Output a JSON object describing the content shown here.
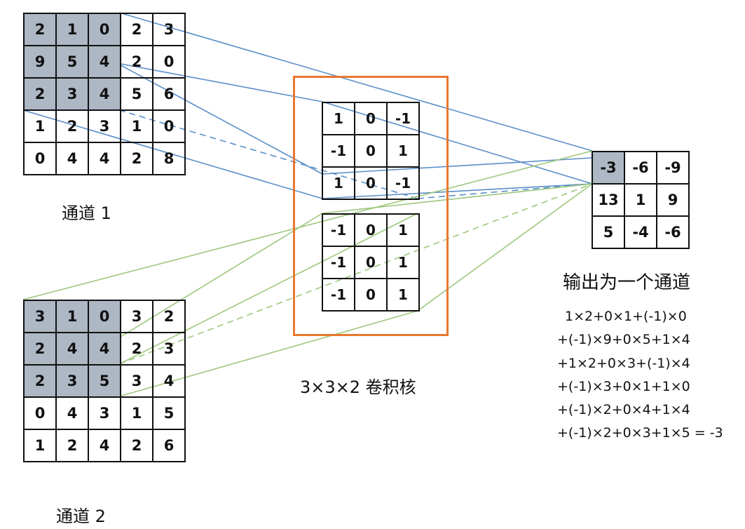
{
  "channel1": {
    "label": "通道 1",
    "rows": [
      [
        "2",
        "1",
        "0",
        "2",
        "3"
      ],
      [
        "9",
        "5",
        "4",
        "2",
        "0"
      ],
      [
        "2",
        "3",
        "4",
        "5",
        "6"
      ],
      [
        "1",
        "2",
        "3",
        "1",
        "0"
      ],
      [
        "0",
        "4",
        "4",
        "2",
        "8"
      ]
    ]
  },
  "channel2": {
    "label": "通道 2",
    "rows": [
      [
        "3",
        "1",
        "0",
        "3",
        "2"
      ],
      [
        "2",
        "4",
        "4",
        "2",
        "3"
      ],
      [
        "2",
        "3",
        "5",
        "3",
        "4"
      ],
      [
        "0",
        "4",
        "3",
        "1",
        "5"
      ],
      [
        "1",
        "2",
        "4",
        "2",
        "6"
      ]
    ]
  },
  "kernel1": {
    "rows": [
      [
        "1",
        "0",
        "-1"
      ],
      [
        "-1",
        "0",
        "1"
      ],
      [
        "1",
        "0",
        "-1"
      ]
    ]
  },
  "kernel2": {
    "rows": [
      [
        "-1",
        "0",
        "1"
      ],
      [
        "-1",
        "0",
        "1"
      ],
      [
        "-1",
        "0",
        "1"
      ]
    ]
  },
  "kernel_label": "3×3×2 卷积核",
  "output": {
    "label": "输出为一个通道",
    "rows": [
      [
        "-3",
        "-6",
        "-9"
      ],
      [
        "13",
        "1",
        "9"
      ],
      [
        "5",
        "-4",
        "-6"
      ]
    ]
  },
  "formula": [
    "1×2+0×1+(-1)×0",
    "+(-1)×9+0×5+1×4",
    "+1×2+0×3+(-1)×4",
    "+(-1)×3+0×1+1×0",
    "+(-1)×2+0×4+1×4",
    "+(-1)×2+0×3+1×5 = -3"
  ],
  "colors": {
    "channel1_lines": "#5b8fc9",
    "channel2_lines": "#9dc77d",
    "kernel_border": "#e8782f",
    "shade": "#aeb7c4"
  }
}
